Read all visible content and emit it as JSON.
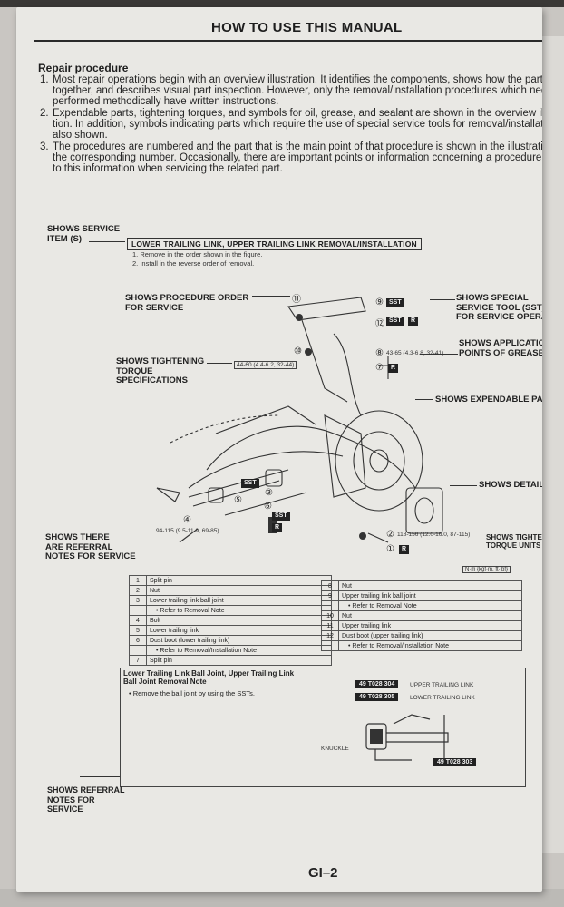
{
  "header": {
    "title": "HOW TO USE THIS MANUAL"
  },
  "section": {
    "heading": "Repair procedure",
    "items": [
      {
        "num": "1.",
        "lines": [
          "Most repair operations begin with an overview illustration. It identifies the components, shows how the parts fit",
          "together, and describes visual part inspection. However, only the removal/installation procedures which need to be",
          "performed methodically have written instructions."
        ]
      },
      {
        "num": "2.",
        "lines": [
          "Expendable parts, tightening torques, and symbols for oil, grease, and sealant are shown in the overview illustra-",
          "tion. In addition, symbols indicating parts which require the use of special service tools for removal/installation are",
          "also shown."
        ]
      },
      {
        "num": "3.",
        "lines": [
          "The procedures are numbered and the part that is the main point of that procedure is shown in the illustration with",
          "the corresponding number. Occasionally, there are important points or information concerning a procedure. Refer",
          "to this information when servicing the related part."
        ]
      }
    ]
  },
  "callouts": {
    "service_item": "SHOWS SERVICE\nITEM (S)",
    "procedure_order": "SHOWS PROCEDURE ORDER\nFOR SERVICE",
    "tightening": "SHOWS TIGHTENING\nTORQUE\nSPECIFICATIONS",
    "special_tool": "SHOWS SPECIAL\nSERVICE TOOL (SST)\nFOR SERVICE OPERATION",
    "application": "SHOWS APPLICATION\nPOINTS OF GREASE, ETC.",
    "expendable": "SHOWS EXPENDABLE PARTS",
    "details": "SHOWS DETAILS",
    "referral": "SHOWS THERE\nARE REFERRAL\nNOTES FOR SERVICE",
    "torque_units": "SHOWS TIGHTENING\nTORQUE UNITS",
    "referral_bottom": "SHOWS REFERRAL\nNOTES FOR\nSERVICE"
  },
  "service": {
    "title": "LOWER TRAILING LINK, UPPER TRAILING LINK REMOVAL/INSTALLATION",
    "steps": [
      "1. Remove in the order shown in the figure.",
      "2. Install in the reverse order of removal."
    ]
  },
  "illustration": {
    "torque_1": "44-60 (4.4-6.2, 32-44)",
    "torque_2": "43-65 (4.3-6.8, 32-41)",
    "torque_3": "94-115 (9.5-11.9, 69-85)",
    "torque_4": "118-156 (12.0-16.0, 87-115)",
    "sst": "SST",
    "r": "R",
    "units": "N·m {kgf·m, ft·lbf}",
    "nums": [
      "⑪",
      "⑨",
      "⑫",
      "⑩",
      "⑧",
      "⑦",
      "⑥",
      "⑤",
      "④",
      "③",
      "②",
      "①"
    ]
  },
  "parts_left": [
    [
      "1",
      "Split pin"
    ],
    [
      "2",
      "Nut"
    ],
    [
      "3",
      "Lower trailing link ball joint"
    ],
    [
      "",
      "• Refer to Removal Note"
    ],
    [
      "4",
      "Bolt"
    ],
    [
      "5",
      "Lower trailing link"
    ],
    [
      "6",
      "Dust boot (lower trailing link)"
    ],
    [
      "",
      "• Refer to Removal/Installation Note"
    ],
    [
      "7",
      "Split pin"
    ]
  ],
  "parts_right": [
    [
      "8",
      "Nut"
    ],
    [
      "9",
      "Upper trailing link ball joint"
    ],
    [
      "",
      "• Refer to Removal Note"
    ],
    [
      "10",
      "Nut"
    ],
    [
      "11",
      "Upper trailing link"
    ],
    [
      "12",
      "Dust boot (upper trailing link)"
    ],
    [
      "",
      "• Refer to Removal/Installation Note"
    ]
  ],
  "note": {
    "title": "Lower Trailing Link Ball Joint, Upper Trailing Link\nBall Joint Removal Note",
    "bullet": "• Remove the ball joint by using the SSTs.",
    "tools": [
      {
        "code": "49 T028 304",
        "label": "UPPER TRAILING LINK"
      },
      {
        "code": "49 T028 305",
        "label": "LOWER TRAILING LINK"
      },
      {
        "code": "49 T028 303",
        "label": ""
      }
    ],
    "knuckle": "KNUCKLE"
  },
  "footer": {
    "page": "GI–2"
  }
}
